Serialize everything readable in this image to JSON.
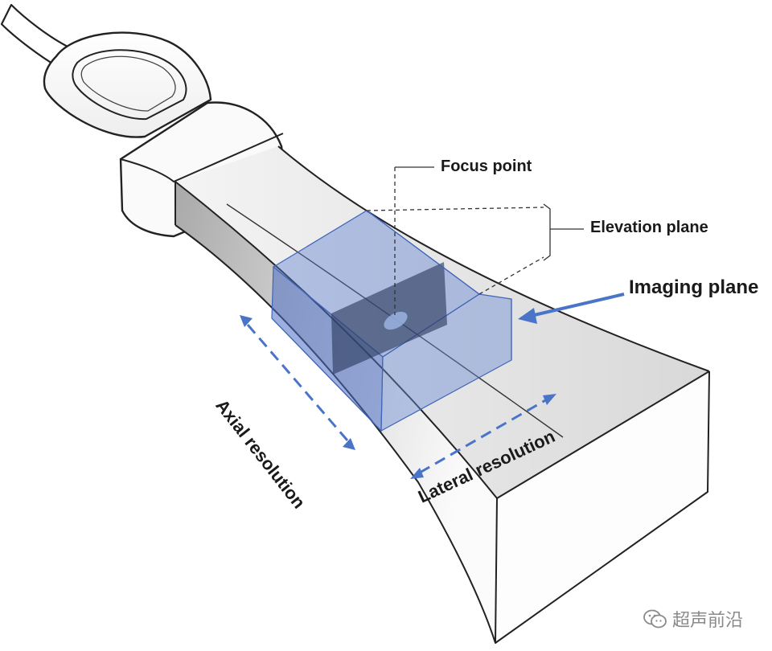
{
  "labels": {
    "focus_point": "Focus point",
    "elevation_plane": "Elevation plane",
    "imaging_plane": "Imaging plane",
    "axial_resolution": "Axial resolution",
    "lateral_resolution": "Lateral resolution"
  },
  "watermark": {
    "text": "超声前沿",
    "icon": "wechat-icon"
  },
  "colors": {
    "focal_volume": "#4a72c8",
    "arrow": "#4a74c8",
    "beam_dark": "#a8a8a8",
    "beam_light": "#fafafa",
    "outline": "#222222"
  }
}
